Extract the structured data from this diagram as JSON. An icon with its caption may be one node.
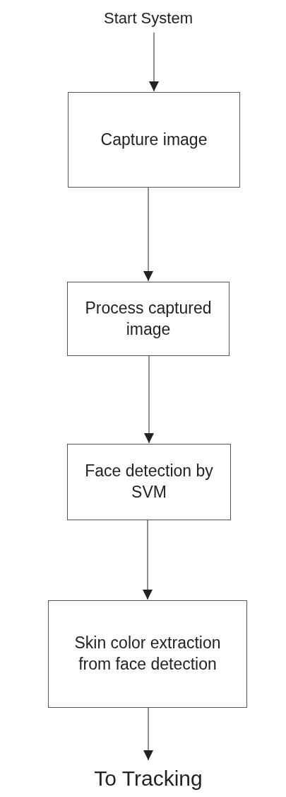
{
  "diagram": {
    "nodes": [
      {
        "text": [
          "Start System"
        ]
      },
      {
        "text": [
          "Capture image"
        ]
      },
      {
        "text": [
          "Process captured image"
        ]
      },
      {
        "text": [
          "Face detection by SVM"
        ]
      },
      {
        "text": [
          "Skin color extraction from face detection"
        ]
      },
      {
        "text": [
          "To Tracking"
        ]
      }
    ],
    "edges": [
      {
        "from": 0,
        "to": 1,
        "arrow": "to"
      },
      {
        "from": 1,
        "to": 2,
        "arrow": "to"
      },
      {
        "from": 2,
        "to": 3,
        "arrow": "to"
      },
      {
        "from": 3,
        "to": 4,
        "arrow": "to"
      },
      {
        "from": 4,
        "to": 5,
        "arrow": "to"
      }
    ]
  }
}
